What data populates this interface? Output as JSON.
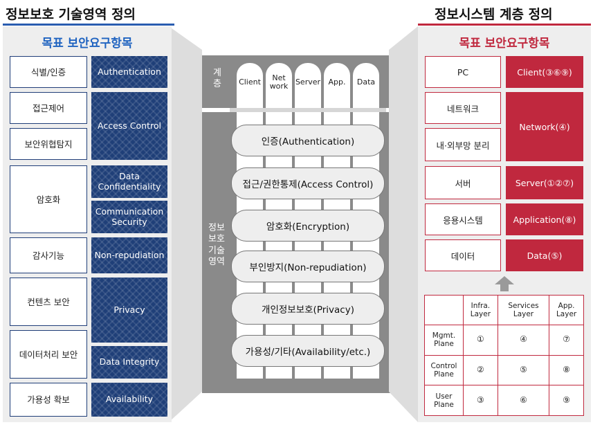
{
  "left": {
    "heading": "정보보호 기술영역 정의",
    "subheading": "목표 보안요구항목",
    "items": [
      "식별/인증",
      "접근제어",
      "보안위협탐지",
      "암호화",
      "감사기능",
      "컨텐츠 보안",
      "데이터처리 보안",
      "가용성 확보"
    ],
    "categories": [
      "Authentication",
      "Access Control",
      "Data Confidentiality",
      "Communication Security",
      "Non-repudiation",
      "Privacy",
      "Data Integrity",
      "Availability"
    ]
  },
  "center": {
    "layer_label": "계\n층",
    "columns": [
      "Client",
      "Net\nwork",
      "Server",
      "App.",
      "Data"
    ],
    "domain_label": "정보\n보호\n기술\n영역",
    "pills": [
      "인증(Authentication)",
      "접근/권한통제(Access Control)",
      "암호화(Encryption)",
      "부인방지(Non-repudiation)",
      "개인정보보호(Privacy)",
      "가용성/기타(Availability/etc.)"
    ]
  },
  "right": {
    "heading": "정보시스템 계층 정의",
    "subheading": "목표 보안요구항목",
    "systems": [
      "PC",
      "네트워크",
      "내·외부망 분리",
      "서버",
      "응용시스템",
      "데이터"
    ],
    "layers": [
      "Client(③⑥⑨)",
      "Network(④)",
      "Server(①②⑦)",
      "Application(⑧)",
      "Data(⑤)"
    ],
    "matrix": {
      "col_headers": [
        "Infra.\nLayer",
        "Services\nLayer",
        "App.\nLayer"
      ],
      "row_headers": [
        "Mgmt.\nPlane",
        "Control\nPlane",
        "User\nPlane"
      ],
      "cells": [
        [
          "①",
          "④",
          "⑦"
        ],
        [
          "②",
          "⑤",
          "⑧"
        ],
        [
          "③",
          "⑥",
          "⑨"
        ]
      ]
    }
  },
  "colors": {
    "navy": "#1f3f78",
    "red": "#c0283e",
    "dark_gray": "#8a8a8a",
    "panel": "#eeeeee"
  }
}
